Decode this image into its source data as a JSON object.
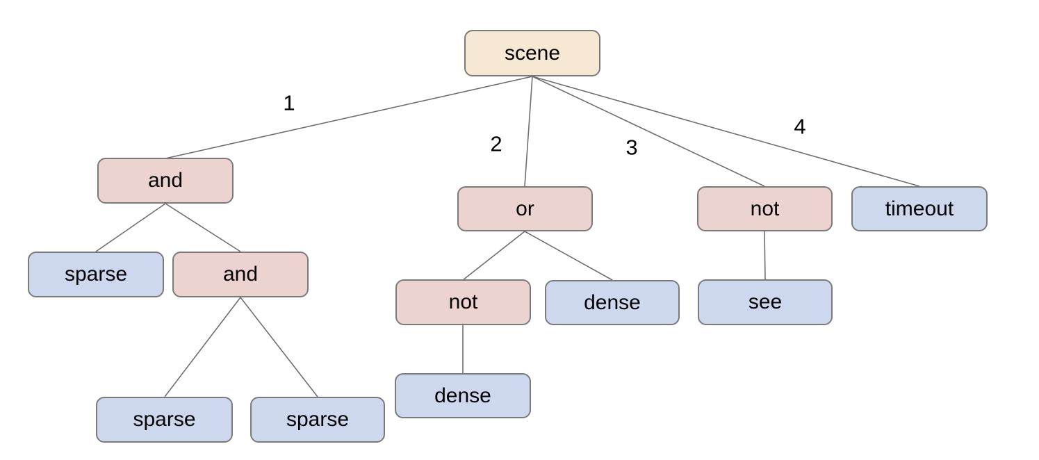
{
  "diagram": {
    "type": "tree",
    "root": "scene"
  },
  "palette": {
    "root_fill": "#f6e8d3",
    "operator_fill": "#ecd3d0",
    "leaf_fill": "#cdd8ef",
    "node_border": "#7a7a7a",
    "edge_line": "#6e6e6e",
    "text": "#000000",
    "background": "#ffffff"
  },
  "nodes": [
    {
      "id": "scene",
      "label": "scene",
      "type": "root"
    },
    {
      "id": "and-1",
      "label": "and",
      "type": "operator"
    },
    {
      "id": "or-1",
      "label": "or",
      "type": "operator"
    },
    {
      "id": "not-1",
      "label": "not",
      "type": "operator"
    },
    {
      "id": "timeout-1",
      "label": "timeout",
      "type": "leaf"
    },
    {
      "id": "sparse-1",
      "label": "sparse",
      "type": "leaf"
    },
    {
      "id": "and-2",
      "label": "and",
      "type": "operator"
    },
    {
      "id": "not-2",
      "label": "not",
      "type": "operator"
    },
    {
      "id": "dense-1",
      "label": "dense",
      "type": "leaf"
    },
    {
      "id": "see-1",
      "label": "see",
      "type": "leaf"
    },
    {
      "id": "sparse-2",
      "label": "sparse",
      "type": "leaf"
    },
    {
      "id": "sparse-3",
      "label": "sparse",
      "type": "leaf"
    },
    {
      "id": "dense-2",
      "label": "dense",
      "type": "leaf"
    }
  ],
  "edges": [
    {
      "from": "scene",
      "to": "and-1",
      "label": "1"
    },
    {
      "from": "scene",
      "to": "or-1",
      "label": "2"
    },
    {
      "from": "scene",
      "to": "not-1",
      "label": "3"
    },
    {
      "from": "scene",
      "to": "timeout-1",
      "label": "4"
    },
    {
      "from": "and-1",
      "to": "sparse-1",
      "label": ""
    },
    {
      "from": "and-1",
      "to": "and-2",
      "label": ""
    },
    {
      "from": "and-2",
      "to": "sparse-2",
      "label": ""
    },
    {
      "from": "and-2",
      "to": "sparse-3",
      "label": ""
    },
    {
      "from": "or-1",
      "to": "not-2",
      "label": ""
    },
    {
      "from": "or-1",
      "to": "dense-1",
      "label": ""
    },
    {
      "from": "not-2",
      "to": "dense-2",
      "label": ""
    },
    {
      "from": "not-1",
      "to": "see-1",
      "label": ""
    }
  ]
}
